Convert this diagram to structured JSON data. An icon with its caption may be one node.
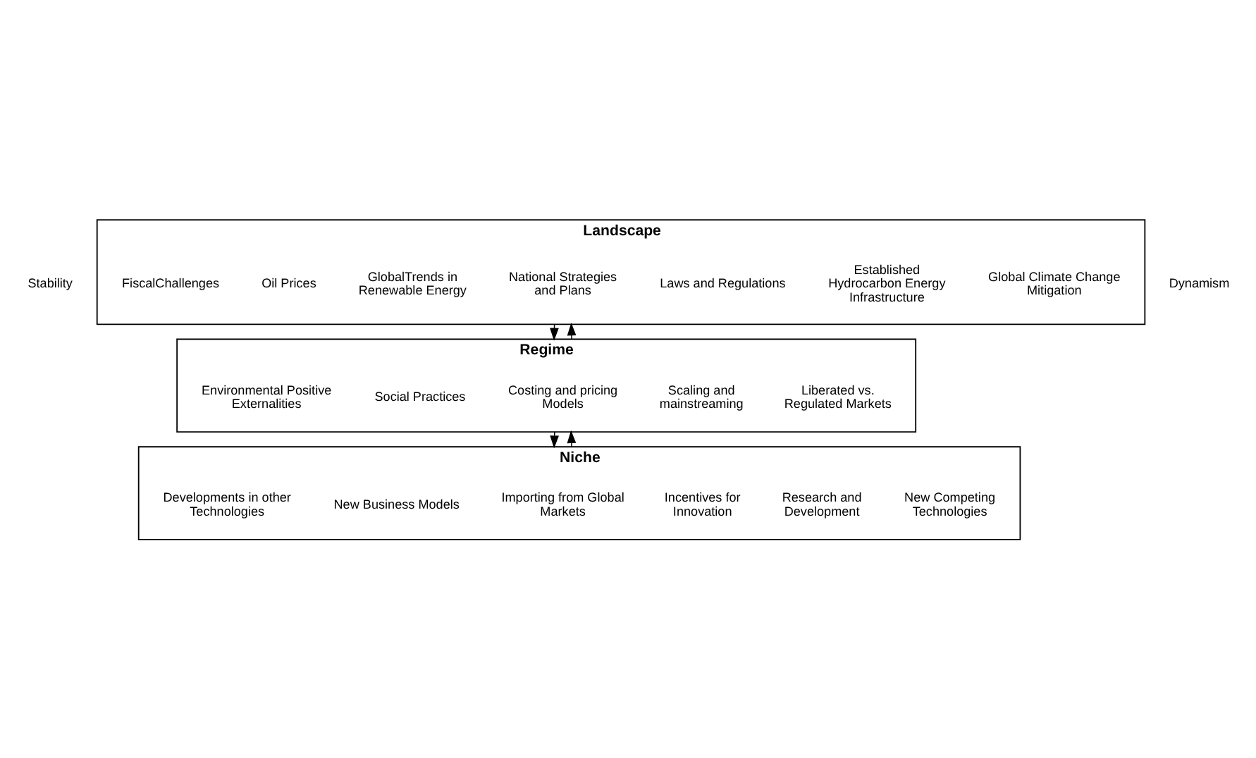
{
  "diagram": {
    "nodes": [
      {
        "text": [
          "Landscape"
        ]
      },
      {
        "text": [
          "Global Climate Change Mitigation"
        ],
        "in": 0
      },
      {
        "text": [
          "Established Hydrocarbon Energy Infrastructure"
        ],
        "in": 0
      },
      {
        "text": [
          "Laws and Regulations"
        ],
        "in": 0
      },
      {
        "text": [
          "National Strategies and Plans"
        ],
        "in": 0
      },
      {
        "text": [
          "GlobalTrends in Renewable Energy"
        ],
        "in": 0
      },
      {
        "text": [
          "Oil Prices"
        ],
        "in": 0
      },
      {
        "text": [
          "FiscalChallenges"
        ],
        "in": 0
      },
      {
        "text": [
          "Regime"
        ]
      },
      {
        "text": [
          "Liberated vs. Regulated Markets"
        ],
        "in": 8
      },
      {
        "text": [
          "Scaling and mainstreaming"
        ],
        "in": 8
      },
      {
        "text": [
          "Costing and pricing Models"
        ],
        "in": 8
      },
      {
        "text": [
          "Social Practices"
        ],
        "in": 8
      },
      {
        "text": [
          "Environmental Positive Externalities"
        ],
        "in": 8
      },
      {
        "text": [
          "Niche"
        ]
      },
      {
        "text": [
          "New Competing Technologies"
        ],
        "in": 14
      },
      {
        "text": [
          "Research and Development"
        ],
        "in": 14
      },
      {
        "text": [
          "Incentives for Innovation"
        ],
        "in": 14
      },
      {
        "text": [
          "Importing from Global Markets"
        ],
        "in": 14
      },
      {
        "text": [
          "New Business Models"
        ],
        "in": 14
      },
      {
        "text": [
          "Developments in other Technologies"
        ],
        "in": 14
      }
    ],
    "edges": [
      {
        "from": 0,
        "to": 8,
        "arrow": "to"
      },
      {
        "from": 8,
        "to": 0,
        "arrow": "to"
      },
      {
        "from": 8,
        "to": 14,
        "arrow": "to"
      },
      {
        "from": 14,
        "to": 8,
        "arrow": "to"
      }
    ],
    "labels": [
      "Stability",
      "Dynamism"
    ]
  }
}
